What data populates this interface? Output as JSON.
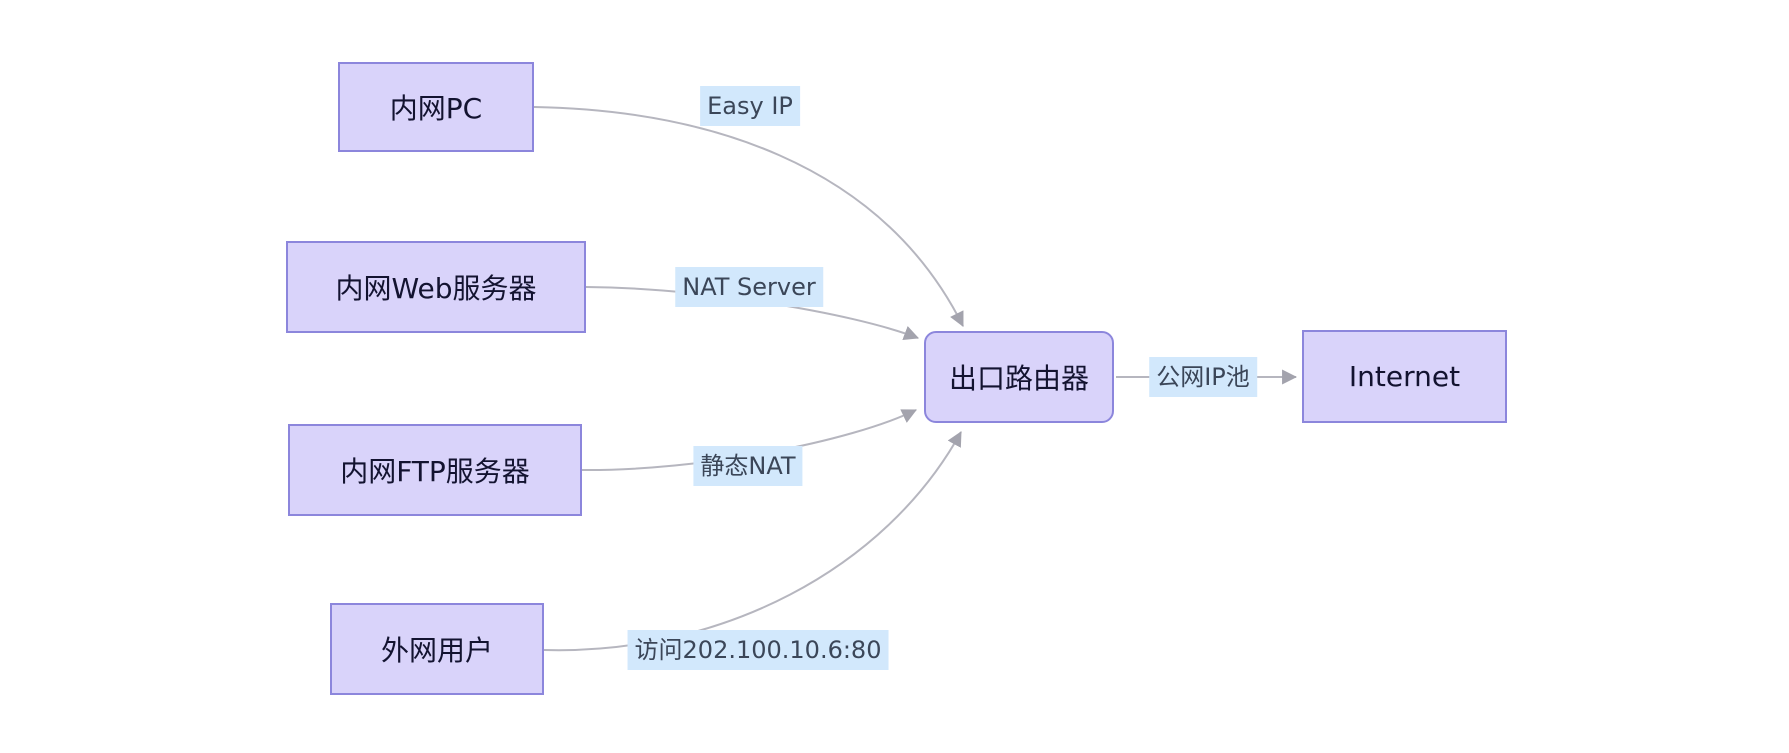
{
  "diagram": {
    "title": "NAT network diagram",
    "nodes": [
      {
        "id": "pc",
        "label": "内网PC",
        "shape": "rect"
      },
      {
        "id": "web",
        "label": "内网Web服务器",
        "shape": "rect"
      },
      {
        "id": "ftp",
        "label": "内网FTP服务器",
        "shape": "rect"
      },
      {
        "id": "ext",
        "label": "外网用户",
        "shape": "rect"
      },
      {
        "id": "router",
        "label": "出口路由器",
        "shape": "rounded-rect"
      },
      {
        "id": "internet",
        "label": "Internet",
        "shape": "rect"
      }
    ],
    "edges": [
      {
        "from": "pc",
        "to": "router",
        "label": "Easy IP"
      },
      {
        "from": "web",
        "to": "router",
        "label": "NAT Server"
      },
      {
        "from": "ftp",
        "to": "router",
        "label": "静态NAT"
      },
      {
        "from": "ext",
        "to": "router",
        "label": "访问202.100.10.6:80"
      },
      {
        "from": "router",
        "to": "internet",
        "label": "公网IP池"
      }
    ],
    "colors": {
      "background": "#ffffff",
      "node_fill": "#d9d3fa",
      "node_border": "#8c86dc",
      "node_text": "#131330",
      "edge_line": "#b6b6bf",
      "arrowhead": "#a3a3ad",
      "edge_label_bg": "#d2e8fc",
      "edge_label_text": "#3b4658"
    }
  }
}
